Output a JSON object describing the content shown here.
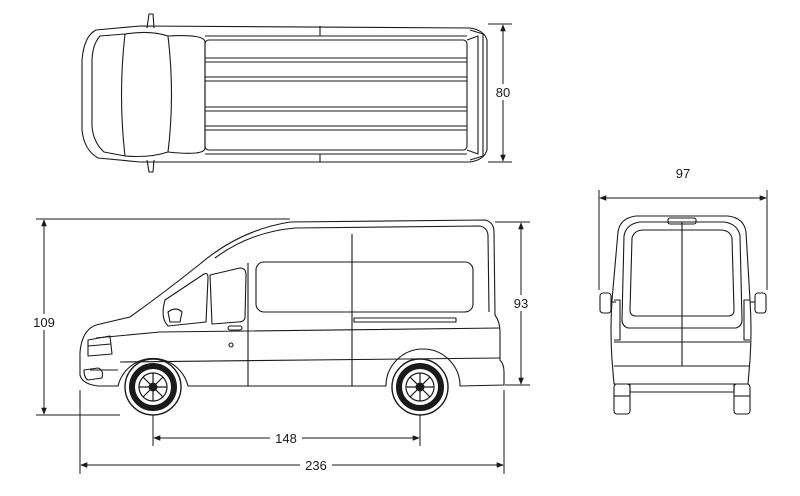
{
  "dimensions": {
    "top_width": "80",
    "rear_width": "97",
    "overall_height": "109",
    "body_height": "93",
    "wheelbase": "148",
    "overall_length": "236"
  },
  "colors": {
    "line": "#1a1a1a",
    "background": "#ffffff"
  }
}
